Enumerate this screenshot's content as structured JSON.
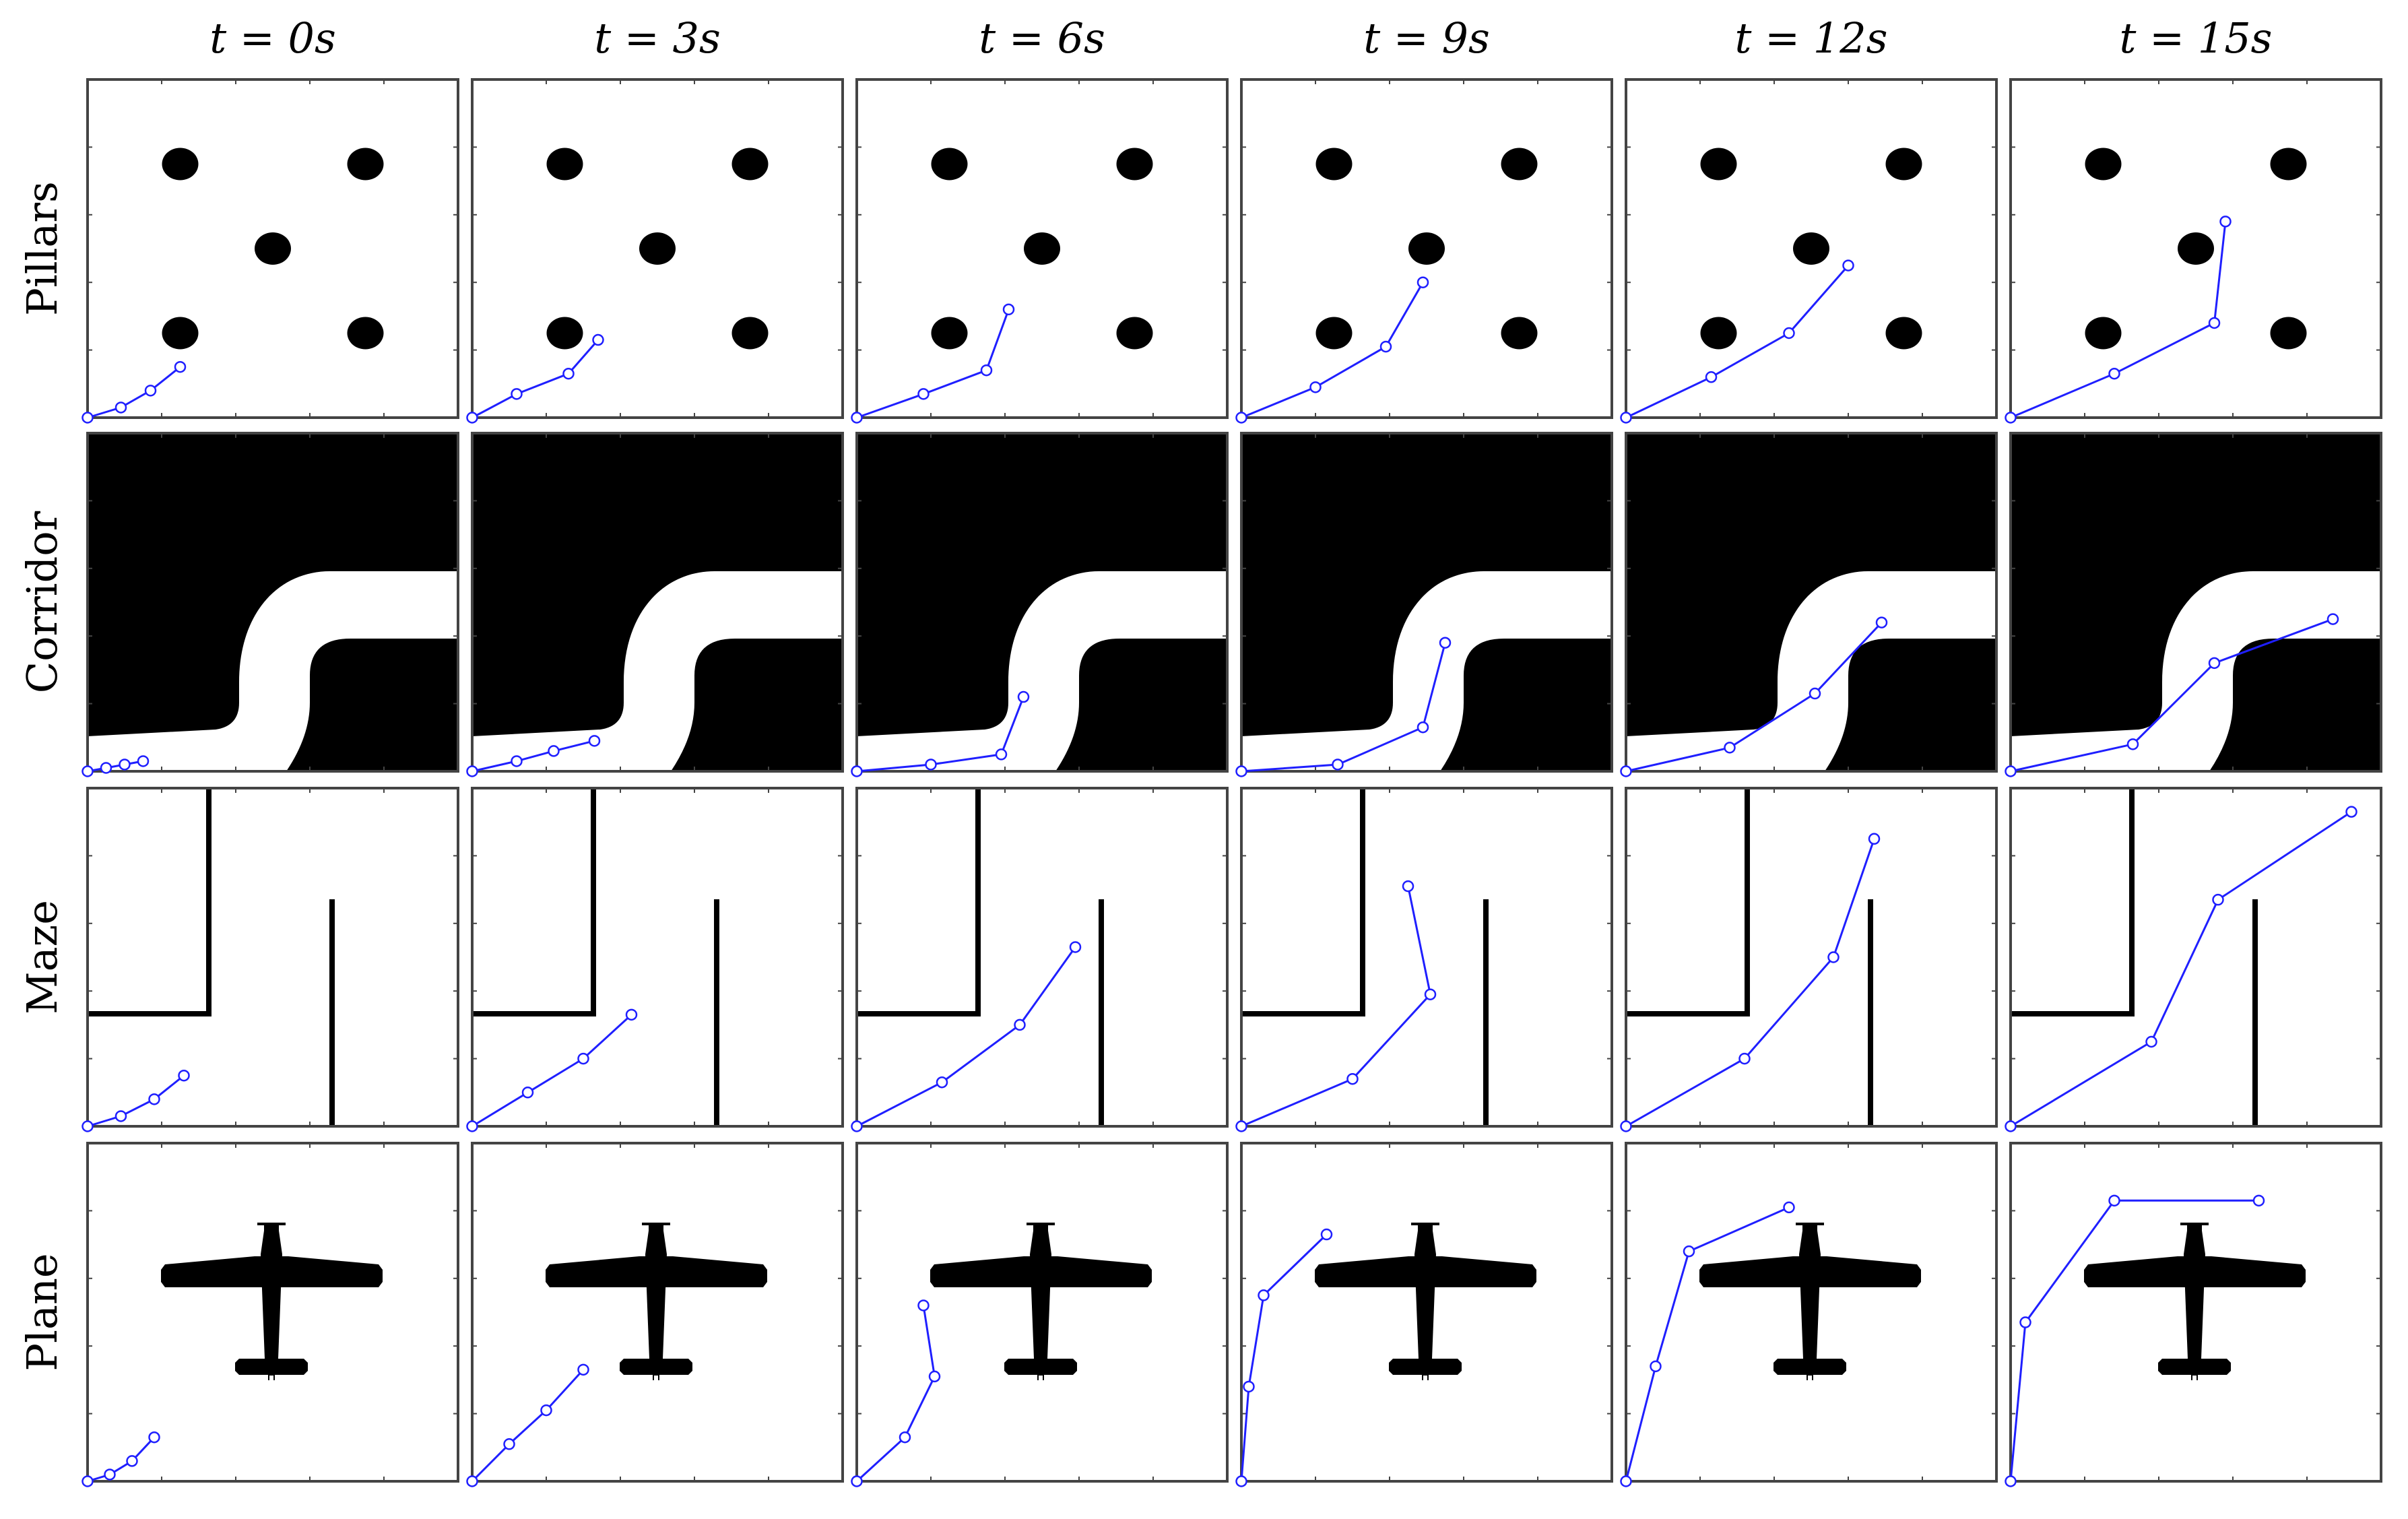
{
  "columns": [
    "t = 0s",
    "t = 3s",
    "t = 6s",
    "t = 9s",
    "t = 12s",
    "t = 15s"
  ],
  "rows": [
    {
      "label": "Pillars",
      "environment": "pillars",
      "trajectories": [
        [
          [
            0,
            0
          ],
          [
            0.09,
            0.03
          ],
          [
            0.17,
            0.08
          ],
          [
            0.25,
            0.15
          ]
        ],
        [
          [
            0,
            0
          ],
          [
            0.12,
            0.07
          ],
          [
            0.26,
            0.13
          ],
          [
            0.34,
            0.23
          ]
        ],
        [
          [
            0,
            0
          ],
          [
            0.18,
            0.07
          ],
          [
            0.35,
            0.14
          ],
          [
            0.41,
            0.32
          ]
        ],
        [
          [
            0,
            0
          ],
          [
            0.2,
            0.09
          ],
          [
            0.39,
            0.21
          ],
          [
            0.49,
            0.4
          ]
        ],
        [
          [
            0,
            0
          ],
          [
            0.23,
            0.12
          ],
          [
            0.44,
            0.25
          ],
          [
            0.6,
            0.45
          ]
        ],
        [
          [
            0,
            0
          ],
          [
            0.28,
            0.13
          ],
          [
            0.55,
            0.28
          ],
          [
            0.58,
            0.58
          ]
        ]
      ]
    },
    {
      "label": "Corridor",
      "environment": "corridor",
      "trajectories": [
        [
          [
            0,
            0
          ],
          [
            0.05,
            0.01
          ],
          [
            0.1,
            0.02
          ],
          [
            0.15,
            0.03
          ]
        ],
        [
          [
            0,
            0
          ],
          [
            0.12,
            0.03
          ],
          [
            0.22,
            0.06
          ],
          [
            0.33,
            0.09
          ]
        ],
        [
          [
            0,
            0
          ],
          [
            0.2,
            0.02
          ],
          [
            0.39,
            0.05
          ],
          [
            0.45,
            0.22
          ]
        ],
        [
          [
            0,
            0
          ],
          [
            0.26,
            0.02
          ],
          [
            0.49,
            0.13
          ],
          [
            0.55,
            0.38
          ]
        ],
        [
          [
            0,
            0
          ],
          [
            0.28,
            0.07
          ],
          [
            0.51,
            0.23
          ],
          [
            0.69,
            0.44
          ]
        ],
        [
          [
            0,
            0
          ],
          [
            0.33,
            0.08
          ],
          [
            0.55,
            0.32
          ],
          [
            0.87,
            0.45
          ]
        ]
      ]
    },
    {
      "label": "Maze",
      "environment": "maze",
      "trajectories": [
        [
          [
            0,
            0
          ],
          [
            0.09,
            0.03
          ],
          [
            0.18,
            0.08
          ],
          [
            0.26,
            0.15
          ]
        ],
        [
          [
            0,
            0
          ],
          [
            0.15,
            0.1
          ],
          [
            0.3,
            0.2
          ],
          [
            0.43,
            0.33
          ]
        ],
        [
          [
            0,
            0
          ],
          [
            0.23,
            0.13
          ],
          [
            0.44,
            0.3
          ],
          [
            0.59,
            0.53
          ]
        ],
        [
          [
            0,
            0
          ],
          [
            0.3,
            0.14
          ],
          [
            0.51,
            0.39
          ],
          [
            0.45,
            0.71
          ]
        ],
        [
          [
            0,
            0
          ],
          [
            0.32,
            0.2
          ],
          [
            0.56,
            0.5
          ],
          [
            0.67,
            0.85
          ]
        ],
        [
          [
            0,
            0
          ],
          [
            0.38,
            0.25
          ],
          [
            0.56,
            0.67
          ],
          [
            0.92,
            0.93
          ]
        ]
      ]
    },
    {
      "label": "Plane",
      "environment": "plane",
      "trajectories": [
        [
          [
            0,
            0
          ],
          [
            0.06,
            0.02
          ],
          [
            0.12,
            0.06
          ],
          [
            0.18,
            0.13
          ]
        ],
        [
          [
            0,
            0
          ],
          [
            0.1,
            0.11
          ],
          [
            0.2,
            0.21
          ],
          [
            0.3,
            0.33
          ]
        ],
        [
          [
            0,
            0
          ],
          [
            0.13,
            0.13
          ],
          [
            0.21,
            0.31
          ],
          [
            0.18,
            0.52
          ]
        ],
        [
          [
            0,
            0
          ],
          [
            0.02,
            0.28
          ],
          [
            0.06,
            0.55
          ],
          [
            0.23,
            0.73
          ]
        ],
        [
          [
            0,
            0
          ],
          [
            0.08,
            0.34
          ],
          [
            0.17,
            0.68
          ],
          [
            0.44,
            0.81
          ]
        ],
        [
          [
            0,
            0
          ],
          [
            0.04,
            0.47
          ],
          [
            0.28,
            0.83
          ],
          [
            0.67,
            0.83
          ]
        ]
      ]
    }
  ],
  "colors": {
    "trajectory": "#1f1fff",
    "obstacle": "#000000",
    "frame": "#444444"
  }
}
